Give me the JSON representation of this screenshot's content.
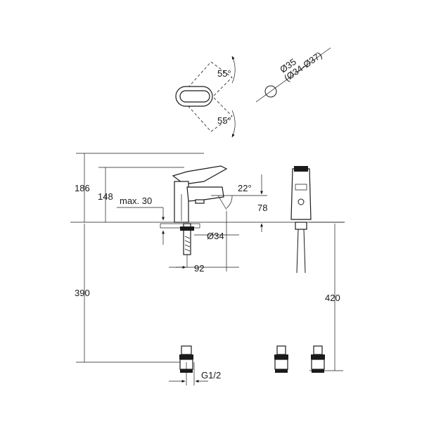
{
  "top_view": {
    "angle_upper": "55°",
    "angle_lower": "55°"
  },
  "hole": {
    "diameter": "Ø35",
    "range": "(Ø34-Ø37)"
  },
  "side_view": {
    "height_total": "186",
    "height_spout": "148",
    "deck_thickness": "max. 30",
    "spout_angle": "22°",
    "spout_reach_height": "78",
    "mount_diameter": "Ø34",
    "projection": "92",
    "hose_length": "390",
    "connection": "G1/2"
  },
  "front_view": {
    "hose_length": "420"
  }
}
